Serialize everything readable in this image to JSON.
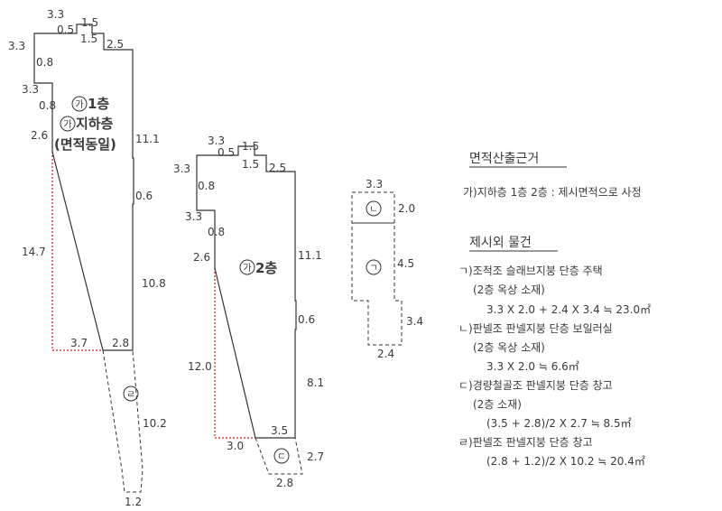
{
  "plan1": {
    "label_circle": "가",
    "label_1f": "1층",
    "label_b1": "지하층",
    "label_same": "(면적동일)",
    "dims": {
      "top": "3.3",
      "top_right": "1.5",
      "step1": "0.5",
      "step1b": "1.5",
      "step2": "2.5",
      "left_upper": "3.3",
      "jog1": "0.8",
      "left_mid": "3.3",
      "jog2": "0.8",
      "left_low": "2.6",
      "right_upper": "11.1",
      "jog_r": "0.6",
      "right_low": "10.8",
      "left_tall": "14.7",
      "bottom_a": "3.7",
      "bottom_b": "2.8",
      "ext_side": "10.2",
      "ext_bottom": "1.2"
    },
    "ext_label": "ㄹ"
  },
  "plan2": {
    "label_circle": "가",
    "label_2f": "2층",
    "dims": {
      "top": "3.3",
      "top_right": "1.5",
      "step1": "0.5",
      "step1b": "1.5",
      "step2": "2.5",
      "left_upper": "3.3",
      "jog1": "0.8",
      "left_mid": "3.3",
      "jog2": "0.8",
      "left_low": "2.6",
      "right_upper": "11.1",
      "jog_r": "0.6",
      "right_low": "8.1",
      "left_tall": "12.0",
      "bottom_a": "3.5",
      "bottom_b": "3.0",
      "ext_side": "2.7",
      "ext_bottom": "2.8"
    },
    "ext_label": "ㄷ"
  },
  "plan3": {
    "top": "3.3",
    "right_top": "2.0",
    "right_mid": "4.5",
    "right_low": "3.4",
    "bottom": "2.4",
    "label_top": "ㄴ",
    "label_main": "ㄱ"
  },
  "notes": {
    "title1": "면적산출근거",
    "line1": "가)지하층 1층 2층 : 제시면적으로 사정",
    "title2": "제시외 물건",
    "items": [
      "ㄱ)조적조 슬래브지붕 단층 주택",
      "(2층 옥상 소재)",
      "3.3 X 2.0 + 2.4 X 3.4 ≒ 23.0㎡",
      "ㄴ)판넬조 판넬지붕 단층 보일러실",
      "(2층 옥상 소재)",
      "3.3 X 2.0 ≒ 6.6㎡",
      "ㄷ)경량철골조 판넬지붕 단층 창고",
      "(2층 소재)",
      "(3.5 + 2.8)/2 X 2.7 ≒ 8.5㎡",
      "ㄹ)판넬조 판넬지붕 단층 창고",
      "(2.8 + 1.2)/2 X 10.2 ≒ 20.4㎡"
    ]
  }
}
